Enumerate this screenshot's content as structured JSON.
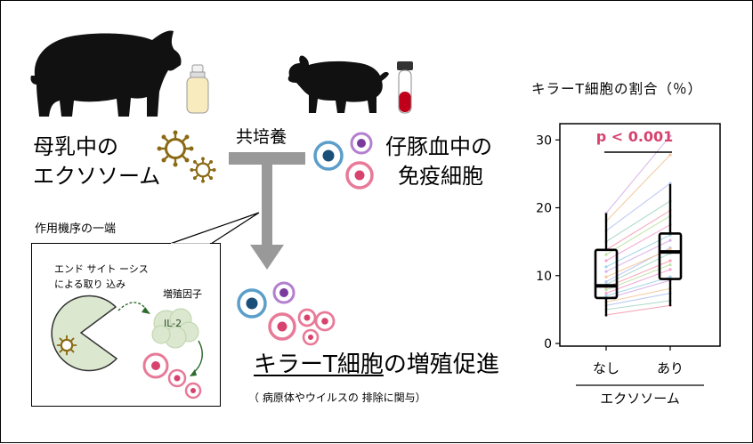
{
  "milk_label": [
    "母乳中の",
    "エクソソーム"
  ],
  "coculture_label": "共培養",
  "piglet_blood_label": [
    "仔豚血中の",
    "免疫細胞"
  ],
  "mechanism_label": "作用機序の一端",
  "endocytosis_label": [
    "エンド サイト ーシス",
    "による取り 込み"
  ],
  "growth_factor_label": "増殖因子",
  "il2_label": "IL-2",
  "result_title": {
    "part1": "キラーT細胞",
    "part2": "の増殖促進"
  },
  "result_note": "（ 病原体やウイルスの 排除に関与）",
  "colors": {
    "pig": "#111111",
    "exosome": "#8a6a14",
    "cell_blue": "#1a4f7a",
    "cell_purple": "#7b3a9e",
    "cell_pink": "#d6436e",
    "p_value": "#d6436e",
    "green": "#dbe8cf"
  },
  "chart_data": {
    "type": "boxplot",
    "title": "キラーT細胞の割合（％）",
    "xlabel": "エクソソーム",
    "categories": [
      "なし",
      "あり"
    ],
    "yticks": [
      0,
      10,
      20,
      30
    ],
    "ylim": [
      0,
      32
    ],
    "annotation": "p < 0.001",
    "boxes": [
      {
        "category": "なし",
        "whisker_low": 4,
        "q1": 6.7,
        "median": 8.5,
        "q3": 13.8,
        "whisker_high": 19.2
      },
      {
        "category": "あり",
        "whisker_low": 5.5,
        "q1": 9.5,
        "median": 13.5,
        "q3": 16.2,
        "whisker_high": 23.5
      }
    ],
    "paired_points": [
      [
        4.2,
        5.6
      ],
      [
        5.0,
        6.3
      ],
      [
        5.6,
        7.4
      ],
      [
        6.1,
        8.1
      ],
      [
        6.6,
        9.3
      ],
      [
        7.0,
        9.8
      ],
      [
        7.4,
        10.9
      ],
      [
        7.9,
        11.6
      ],
      [
        8.3,
        12.2
      ],
      [
        8.7,
        13.3
      ],
      [
        9.1,
        14.1
      ],
      [
        9.8,
        13.9
      ],
      [
        10.6,
        15.2
      ],
      [
        11.3,
        16.0
      ],
      [
        12.2,
        17.5
      ],
      [
        13.1,
        18.8
      ],
      [
        13.8,
        19.6
      ],
      [
        15.0,
        21.0
      ],
      [
        16.6,
        23.6
      ],
      [
        18.0,
        27.8
      ],
      [
        19.2,
        30.6
      ]
    ]
  }
}
